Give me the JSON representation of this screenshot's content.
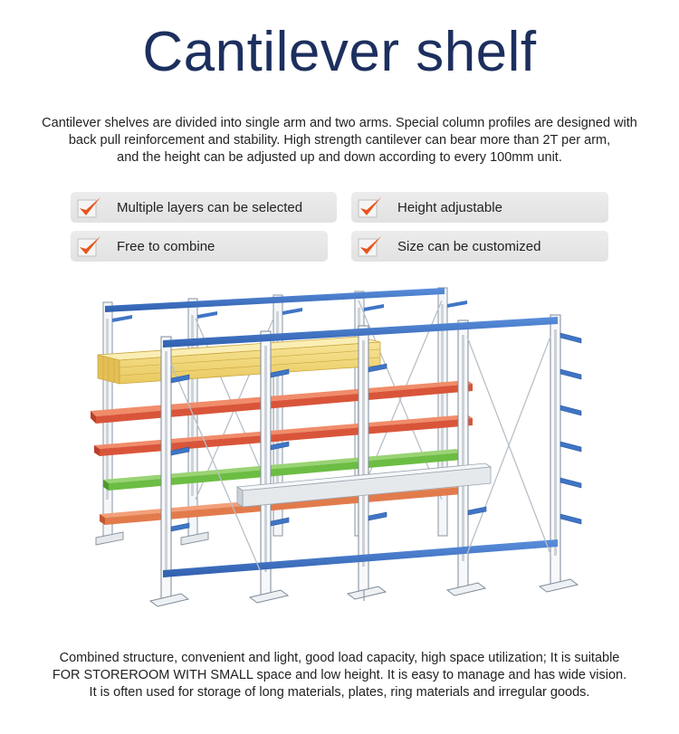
{
  "title": "Cantilever shelf",
  "intro": [
    "Cantilever shelves are divided into single arm and two arms. Special column profiles are designed with",
    "back pull reinforcement and stability. High strength cantilever can bear more than 2T per arm,",
    "and the height can be adjusted up and down according to every 100mm unit."
  ],
  "features": [
    {
      "label": "Multiple layers can be selected",
      "icon": "checkmark-icon"
    },
    {
      "label": "Height adjustable",
      "icon": "checkmark-icon"
    },
    {
      "label": "Free to combine",
      "icon": "checkmark-icon"
    },
    {
      "label": "Size can be customized",
      "icon": "checkmark-icon"
    }
  ],
  "illustration": {
    "icon": "cantilever-rack-illustration",
    "colors": {
      "frame_blue": "#3f75c6",
      "column_white": "#f4f6f8",
      "wood": "#f2d878",
      "red_bars": "#d9553a",
      "green_bars": "#6cbd44",
      "orange_bars": "#e27b4c",
      "white_beam": "#e6e9ec"
    }
  },
  "outro": [
    "Combined structure, convenient and light, good load capacity, high space utilization; It is suitable",
    "FOR STOREROOM WITH SMALL space and low height. It is easy to manage and has wide vision.",
    "It is often used for storage of long materials, plates, ring materials and irregular goods."
  ],
  "colors": {
    "title": "#1c2f5e",
    "feature_bg": "#e6e6e6",
    "check_box": "#e8e8e8",
    "check_mark": "#e8551c"
  }
}
